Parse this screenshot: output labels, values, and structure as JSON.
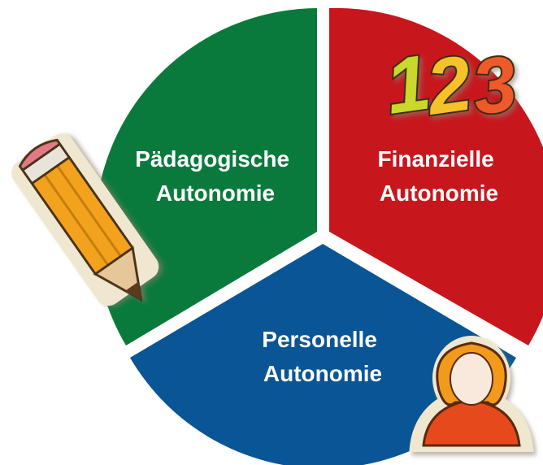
{
  "segments": [
    {
      "id": "paedagogisch",
      "lines": [
        "Pädagogische",
        "Autonomie"
      ],
      "color": "#0a7a3c"
    },
    {
      "id": "finanziell",
      "lines": [
        "Finanzielle",
        "Autonomie"
      ],
      "color": "#c8161d"
    },
    {
      "id": "personell",
      "lines": [
        "Personelle",
        "Autonomie"
      ],
      "color": "#0a5596"
    }
  ],
  "icons": {
    "pencil": "pencil-icon",
    "numbers": "numbers-123-icon",
    "person": "person-icon"
  },
  "numbers": {
    "one": "1",
    "two": "2",
    "three": "3"
  },
  "colors": {
    "green": "#0a7a3c",
    "red": "#c8161d",
    "blue": "#0a5596",
    "orange": "#f2a21a"
  }
}
